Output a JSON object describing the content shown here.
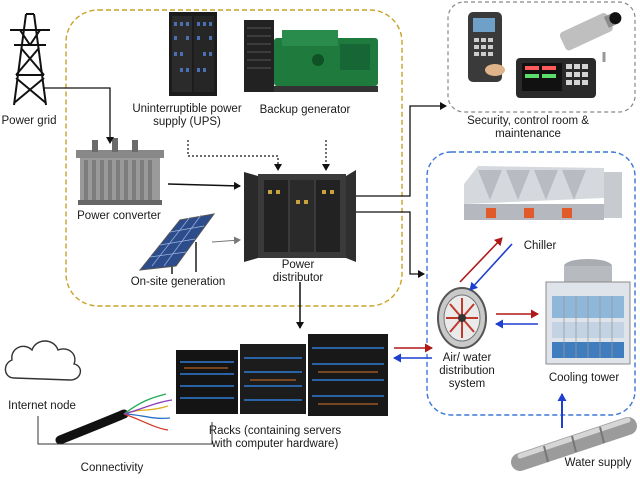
{
  "labels": {
    "power_grid": "Power grid",
    "ups": "Uninterruptible power supply (UPS)",
    "backup_generator": "Backup generator",
    "power_converter": "Power converter",
    "onsite_generation": "On-site generation",
    "power_distributor": "Power distributor",
    "security": "Security, control room & maintenance",
    "chiller": "Chiller",
    "air_water": "Air/ water distribution system",
    "cooling_tower": "Cooling tower",
    "internet_node": "Internet node",
    "connectivity": "Connectivity",
    "racks": "Racks (containing servers with computer hardware)",
    "water_supply": "Water supply"
  },
  "colors": {
    "power_boundary": "#c9a227",
    "cooling_boundary": "#3b78d8",
    "security_boundary": "#888888",
    "hot_flow": "#b01818",
    "cold_flow": "#1f3fcf",
    "water_supply_flow": "#1f3fcf"
  }
}
